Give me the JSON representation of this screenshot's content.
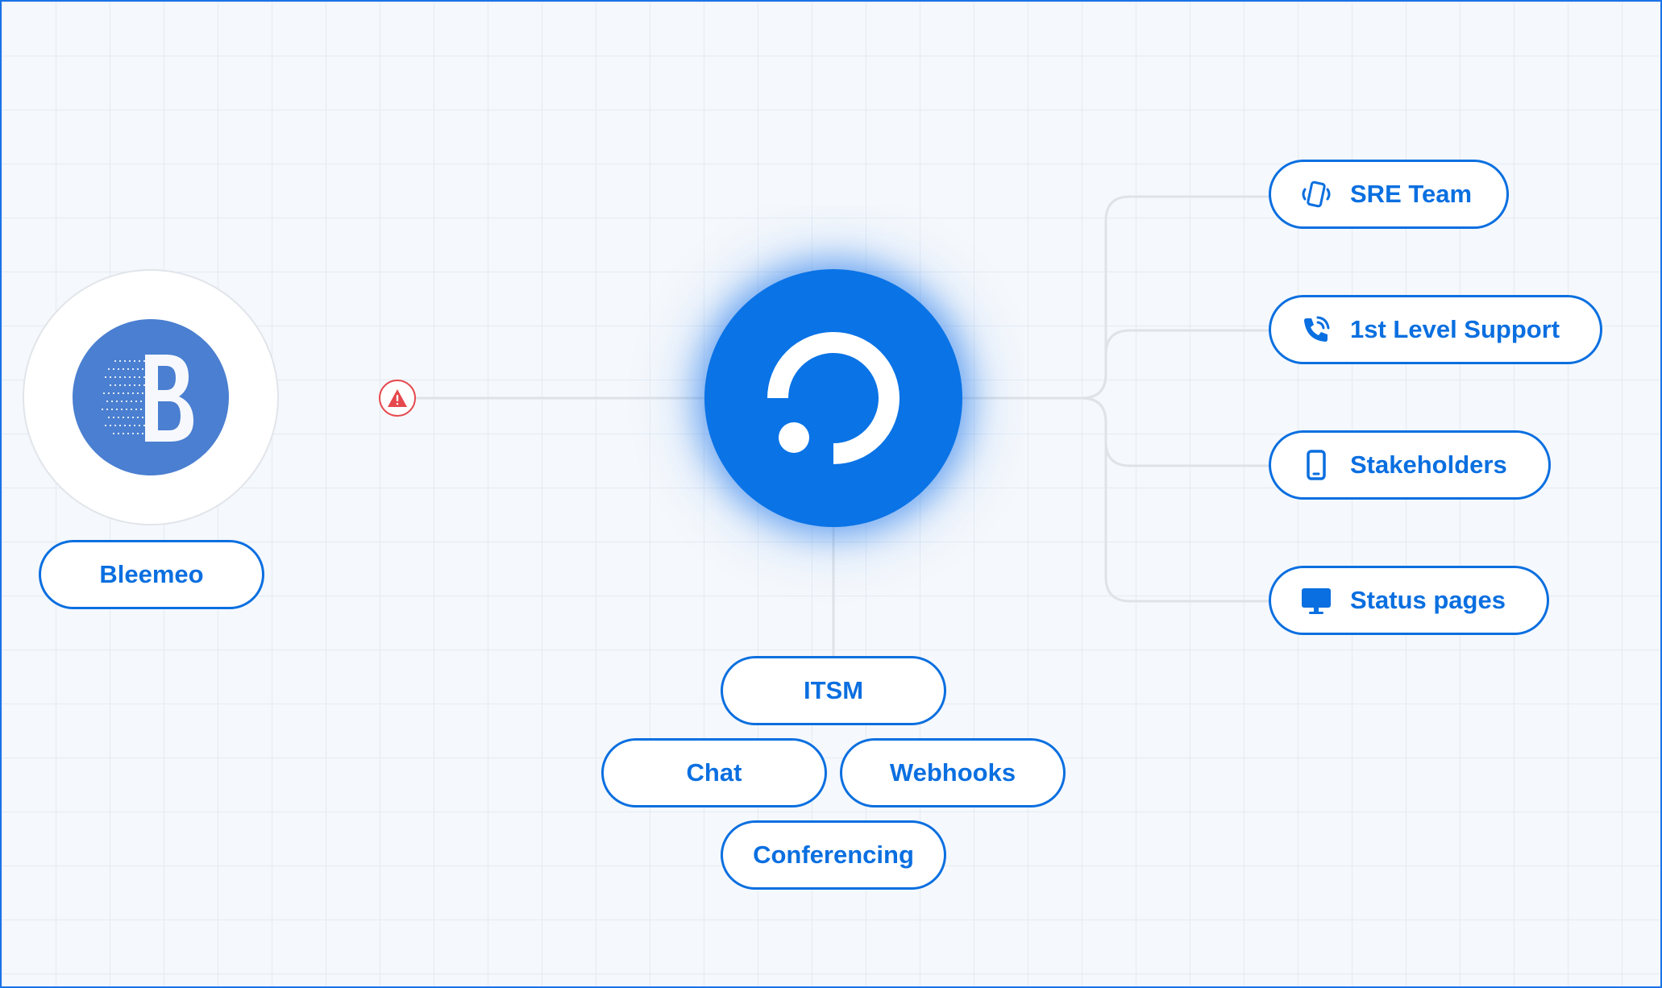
{
  "source": {
    "label": "Bleemeo",
    "logo_icon": "bleemeo-b-logo"
  },
  "alert": {
    "icon": "warning-triangle-icon",
    "color": "#e5484d"
  },
  "hub": {
    "icon": "ilert-logo-icon",
    "color": "#0a73e6"
  },
  "targets": [
    {
      "label": "SRE Team",
      "icon": "vibrating-phone-icon"
    },
    {
      "label": "1st Level Support",
      "icon": "phone-call-icon"
    },
    {
      "label": "Stakeholders",
      "icon": "smartphone-icon"
    },
    {
      "label": "Status pages",
      "icon": "monitor-icon"
    }
  ],
  "integrations": [
    {
      "label": "ITSM"
    },
    {
      "label": "Chat"
    },
    {
      "label": "Webhooks"
    },
    {
      "label": "Conferencing"
    }
  ],
  "colors": {
    "accent": "#0a6fe0",
    "line": "#dfe3e8",
    "alert_line": "#e5484d",
    "background": "#f5f8fc"
  }
}
